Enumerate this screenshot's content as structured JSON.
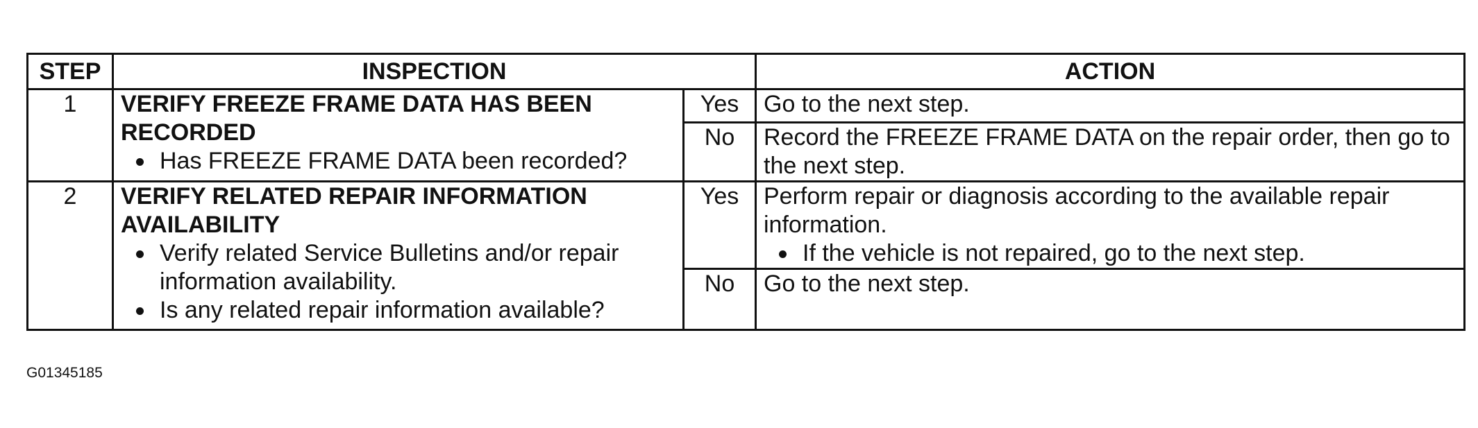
{
  "headers": {
    "step": "STEP",
    "inspection": "INSPECTION",
    "action": "ACTION"
  },
  "rows": [
    {
      "step": "1",
      "title": "VERIFY FREEZE FRAME DATA HAS BEEN RECORDED",
      "bullets": [
        "Has FREEZE FRAME DATA been recorded?"
      ],
      "yes_label": "Yes",
      "yes_action": "Go to the next step.",
      "yes_bullets": [],
      "no_label": "No",
      "no_action": "Record the FREEZE FRAME DATA on the repair order, then go to the next step."
    },
    {
      "step": "2",
      "title": "VERIFY RELATED REPAIR INFORMATION AVAILABILITY",
      "bullets": [
        "Verify related Service Bulletins and/or repair information availability.",
        "Is any related repair information available?"
      ],
      "yes_label": "Yes",
      "yes_action": "Perform repair or diagnosis according to the available repair information.",
      "yes_bullets": [
        "If the vehicle is not repaired, go to the next step."
      ],
      "no_label": "No",
      "no_action": "Go to the next step."
    }
  ],
  "figure_id": "G01345185"
}
